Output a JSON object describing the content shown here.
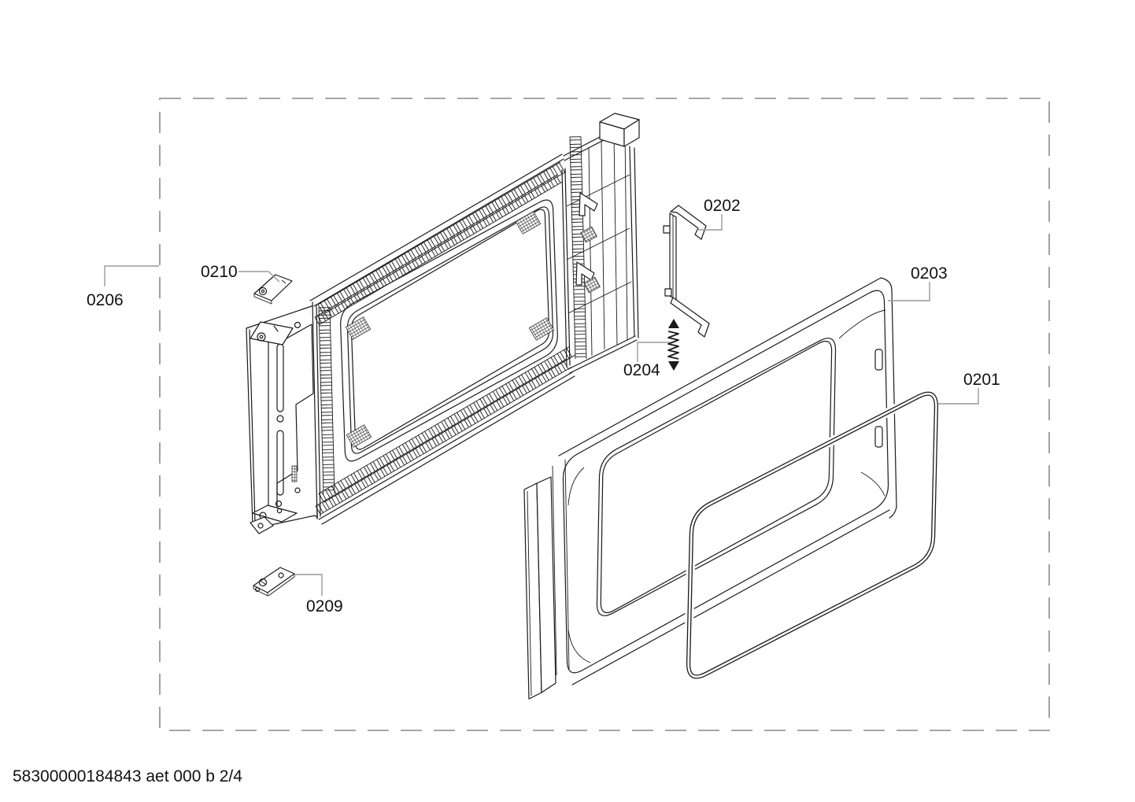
{
  "page": {
    "footer_code": "58300000184843 aet 000 b 2/4"
  },
  "parts": {
    "p0201": "0201",
    "p0202": "0202",
    "p0203": "0203",
    "p0204": "0204",
    "p0206": "0206",
    "p0209": "0209",
    "p0210": "0210"
  },
  "part_names": {
    "p0201": "door-gasket",
    "p0202": "door-latch-hook",
    "p0203": "outer-door-panel",
    "p0204": "latch-spring",
    "p0206": "door-assembly-boundary",
    "p0209": "lower-hinge-bracket",
    "p0210": "upper-hinge-bracket"
  },
  "colors": {
    "line": "#1a1a1a",
    "leader": "#9a9a9a",
    "boundary_dash": "#8a8a8a",
    "text": "#111111",
    "background": "#ffffff"
  }
}
